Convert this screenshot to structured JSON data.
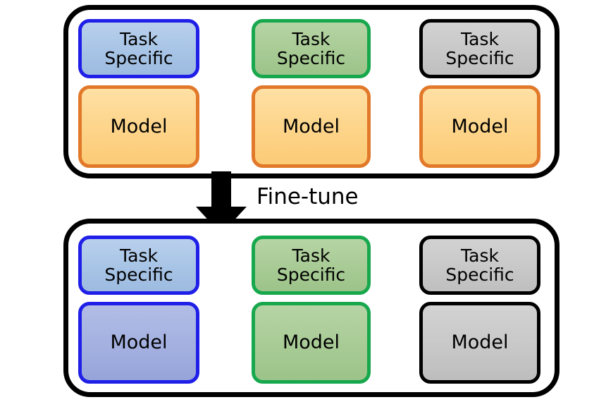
{
  "diagram": {
    "title": "Fine-tune",
    "transition": {
      "label": "Fine-tune",
      "arrow_icon": "down-block-arrow-icon",
      "direction": "down",
      "color": "#000000"
    },
    "panels": [
      {
        "id": "pretrained-panel",
        "position": "top",
        "border_color": "#000000",
        "columns": [
          {
            "id": "column-blue",
            "accent": "#1f1fe8",
            "task_box": {
              "text": "Task\nSpecific",
              "fill": "#a7c4e6",
              "stroke": "#1f1fe8"
            },
            "model_box": {
              "text": "Model",
              "fill": "#fdd489",
              "stroke": "#e2792a"
            }
          },
          {
            "id": "column-green",
            "accent": "#17a84e",
            "task_box": {
              "text": "Task\nSpecific",
              "fill": "#a8cb95",
              "stroke": "#17a84e"
            },
            "model_box": {
              "text": "Model",
              "fill": "#fdd489",
              "stroke": "#e2792a"
            }
          },
          {
            "id": "column-gray",
            "accent": "#000000",
            "task_box": {
              "text": "Task\nSpecific",
              "fill": "#c8c8c8",
              "stroke": "#000000"
            },
            "model_box": {
              "text": "Model",
              "fill": "#fdd489",
              "stroke": "#e2792a"
            }
          }
        ]
      },
      {
        "id": "finetuned-panel",
        "position": "bottom",
        "border_color": "#000000",
        "columns": [
          {
            "id": "column-blue",
            "accent": "#1f1fe8",
            "task_box": {
              "text": "Task\nSpecific",
              "fill": "#a7c4e6",
              "stroke": "#1f1fe8"
            },
            "model_box": {
              "text": "Model",
              "fill": "#a3b0e0",
              "stroke": "#1f1fe8"
            }
          },
          {
            "id": "column-green",
            "accent": "#17a84e",
            "task_box": {
              "text": "Task\nSpecific",
              "fill": "#a8cb95",
              "stroke": "#17a84e"
            },
            "model_box": {
              "text": "Model",
              "fill": "#a8cb95",
              "stroke": "#17a84e"
            }
          },
          {
            "id": "column-gray",
            "accent": "#000000",
            "task_box": {
              "text": "Task\nSpecific",
              "fill": "#c8c8c8",
              "stroke": "#000000"
            },
            "model_box": {
              "text": "Model",
              "fill": "#c8c8c8",
              "stroke": "#000000"
            }
          }
        ]
      }
    ]
  }
}
